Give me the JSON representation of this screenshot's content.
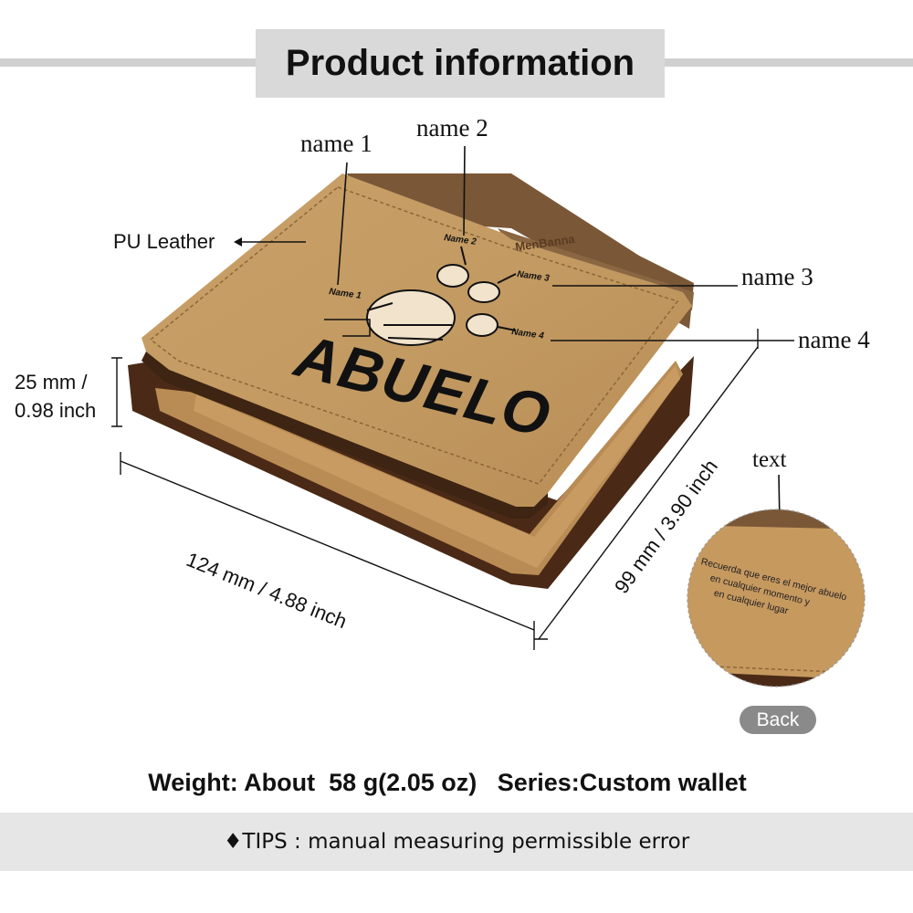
{
  "header": {
    "title": "Product information"
  },
  "callouts": {
    "name1": "name 1",
    "name2": "name 2",
    "name3": "name 3",
    "name4": "name 4",
    "text": "text",
    "material": "PU Leather"
  },
  "wallet": {
    "engraving": "ABUELO",
    "fist_labels": [
      "Name 1",
      "Name 2",
      "Name 3",
      "Name 4"
    ],
    "brand_mark": "MenBanna",
    "inside_text": [
      "Recuerda que eres el mejor abuelo",
      "en cualquier momento y",
      "en cualquier lugar"
    ]
  },
  "dimensions": {
    "thickness_mm": "25 mm /",
    "thickness_in": "0.98 inch",
    "length": "124 mm / 4.88 inch",
    "width": "99 mm / 3.90 inch"
  },
  "back_button": {
    "label": "Back"
  },
  "specs": {
    "line": "Weight: About  58 g(2.05 oz)   Series:Custom wallet"
  },
  "tips": {
    "line": "♦TIPS : manual measuring permissible error"
  }
}
